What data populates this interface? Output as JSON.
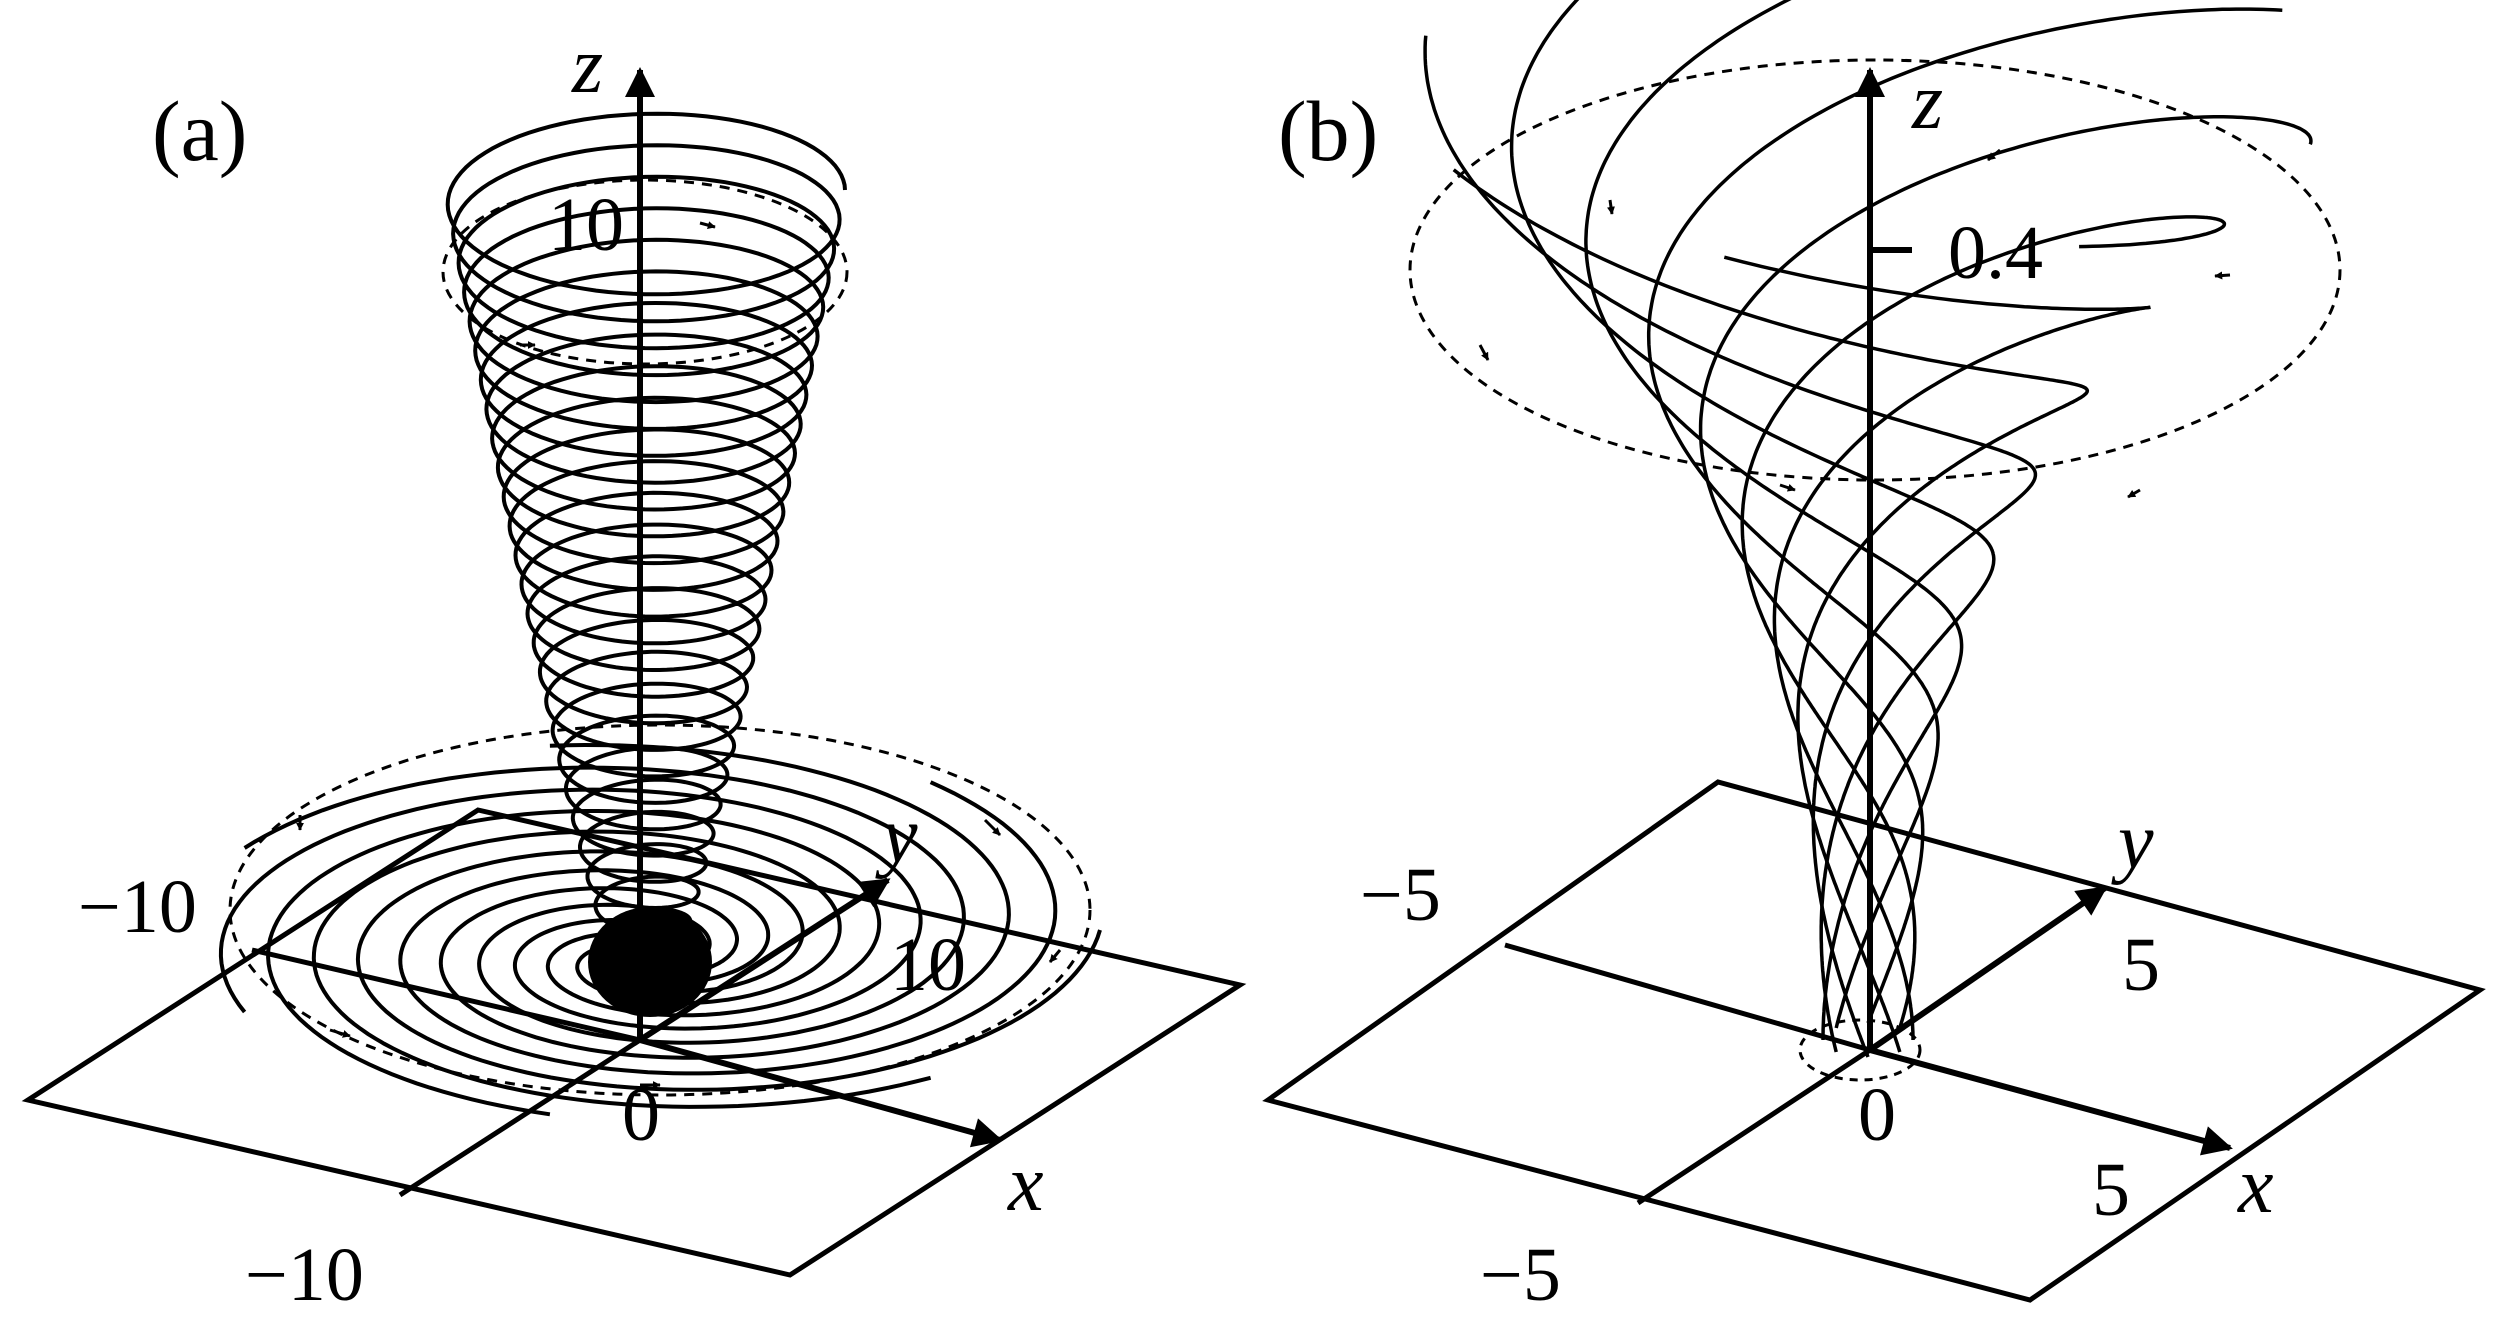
{
  "panels": [
    {
      "id": "a",
      "label": "(a)",
      "axes": {
        "x": {
          "name": "x",
          "ticks": {
            "origin": "0",
            "neg": "−10"
          }
        },
        "y": {
          "name": "y",
          "ticks": {
            "pos": "10",
            "neg": "−10"
          }
        },
        "z": {
          "name": "z",
          "ticks": {
            "upper": "10"
          }
        }
      }
    },
    {
      "id": "b",
      "label": "(b)",
      "axes": {
        "x": {
          "name": "x",
          "ticks": {
            "origin": "0",
            "pos": "5",
            "neg": "−5"
          }
        },
        "y": {
          "name": "y",
          "ticks": {
            "pos": "5",
            "neg": "−5"
          }
        },
        "z": {
          "name": "z",
          "ticks": {
            "upper": "0.4"
          }
        }
      }
    }
  ]
}
